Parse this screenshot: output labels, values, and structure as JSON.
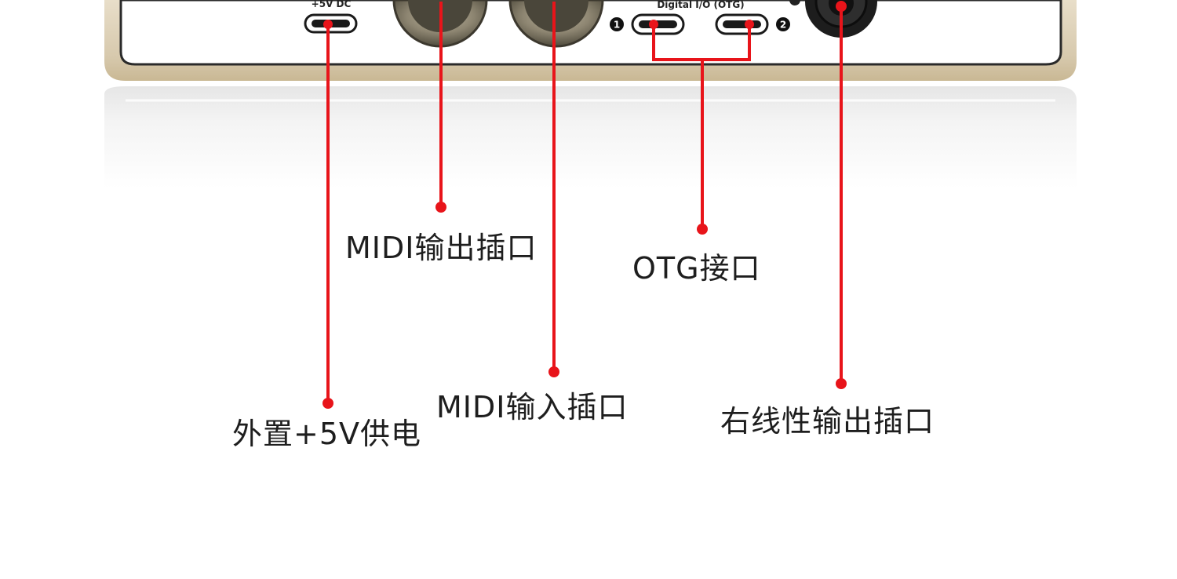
{
  "device_panel": {
    "dc_jack_label": "+5V DC",
    "digital_io_label": "Digital I/O (OTG)",
    "port_number_1": "1",
    "port_number_2": "2"
  },
  "callouts": {
    "midi_out": "MIDI输出插口",
    "otg": "OTG接口",
    "midi_in": "MIDI输入插口",
    "right_line_out": "右线性输出插口",
    "external_power": "外置+5V供电"
  },
  "colors": {
    "leader_line": "#e8141a",
    "chassis_trim": "#d9ccb4",
    "panel_outline": "#2a2a2a",
    "connector_metal": "#8d8571"
  }
}
